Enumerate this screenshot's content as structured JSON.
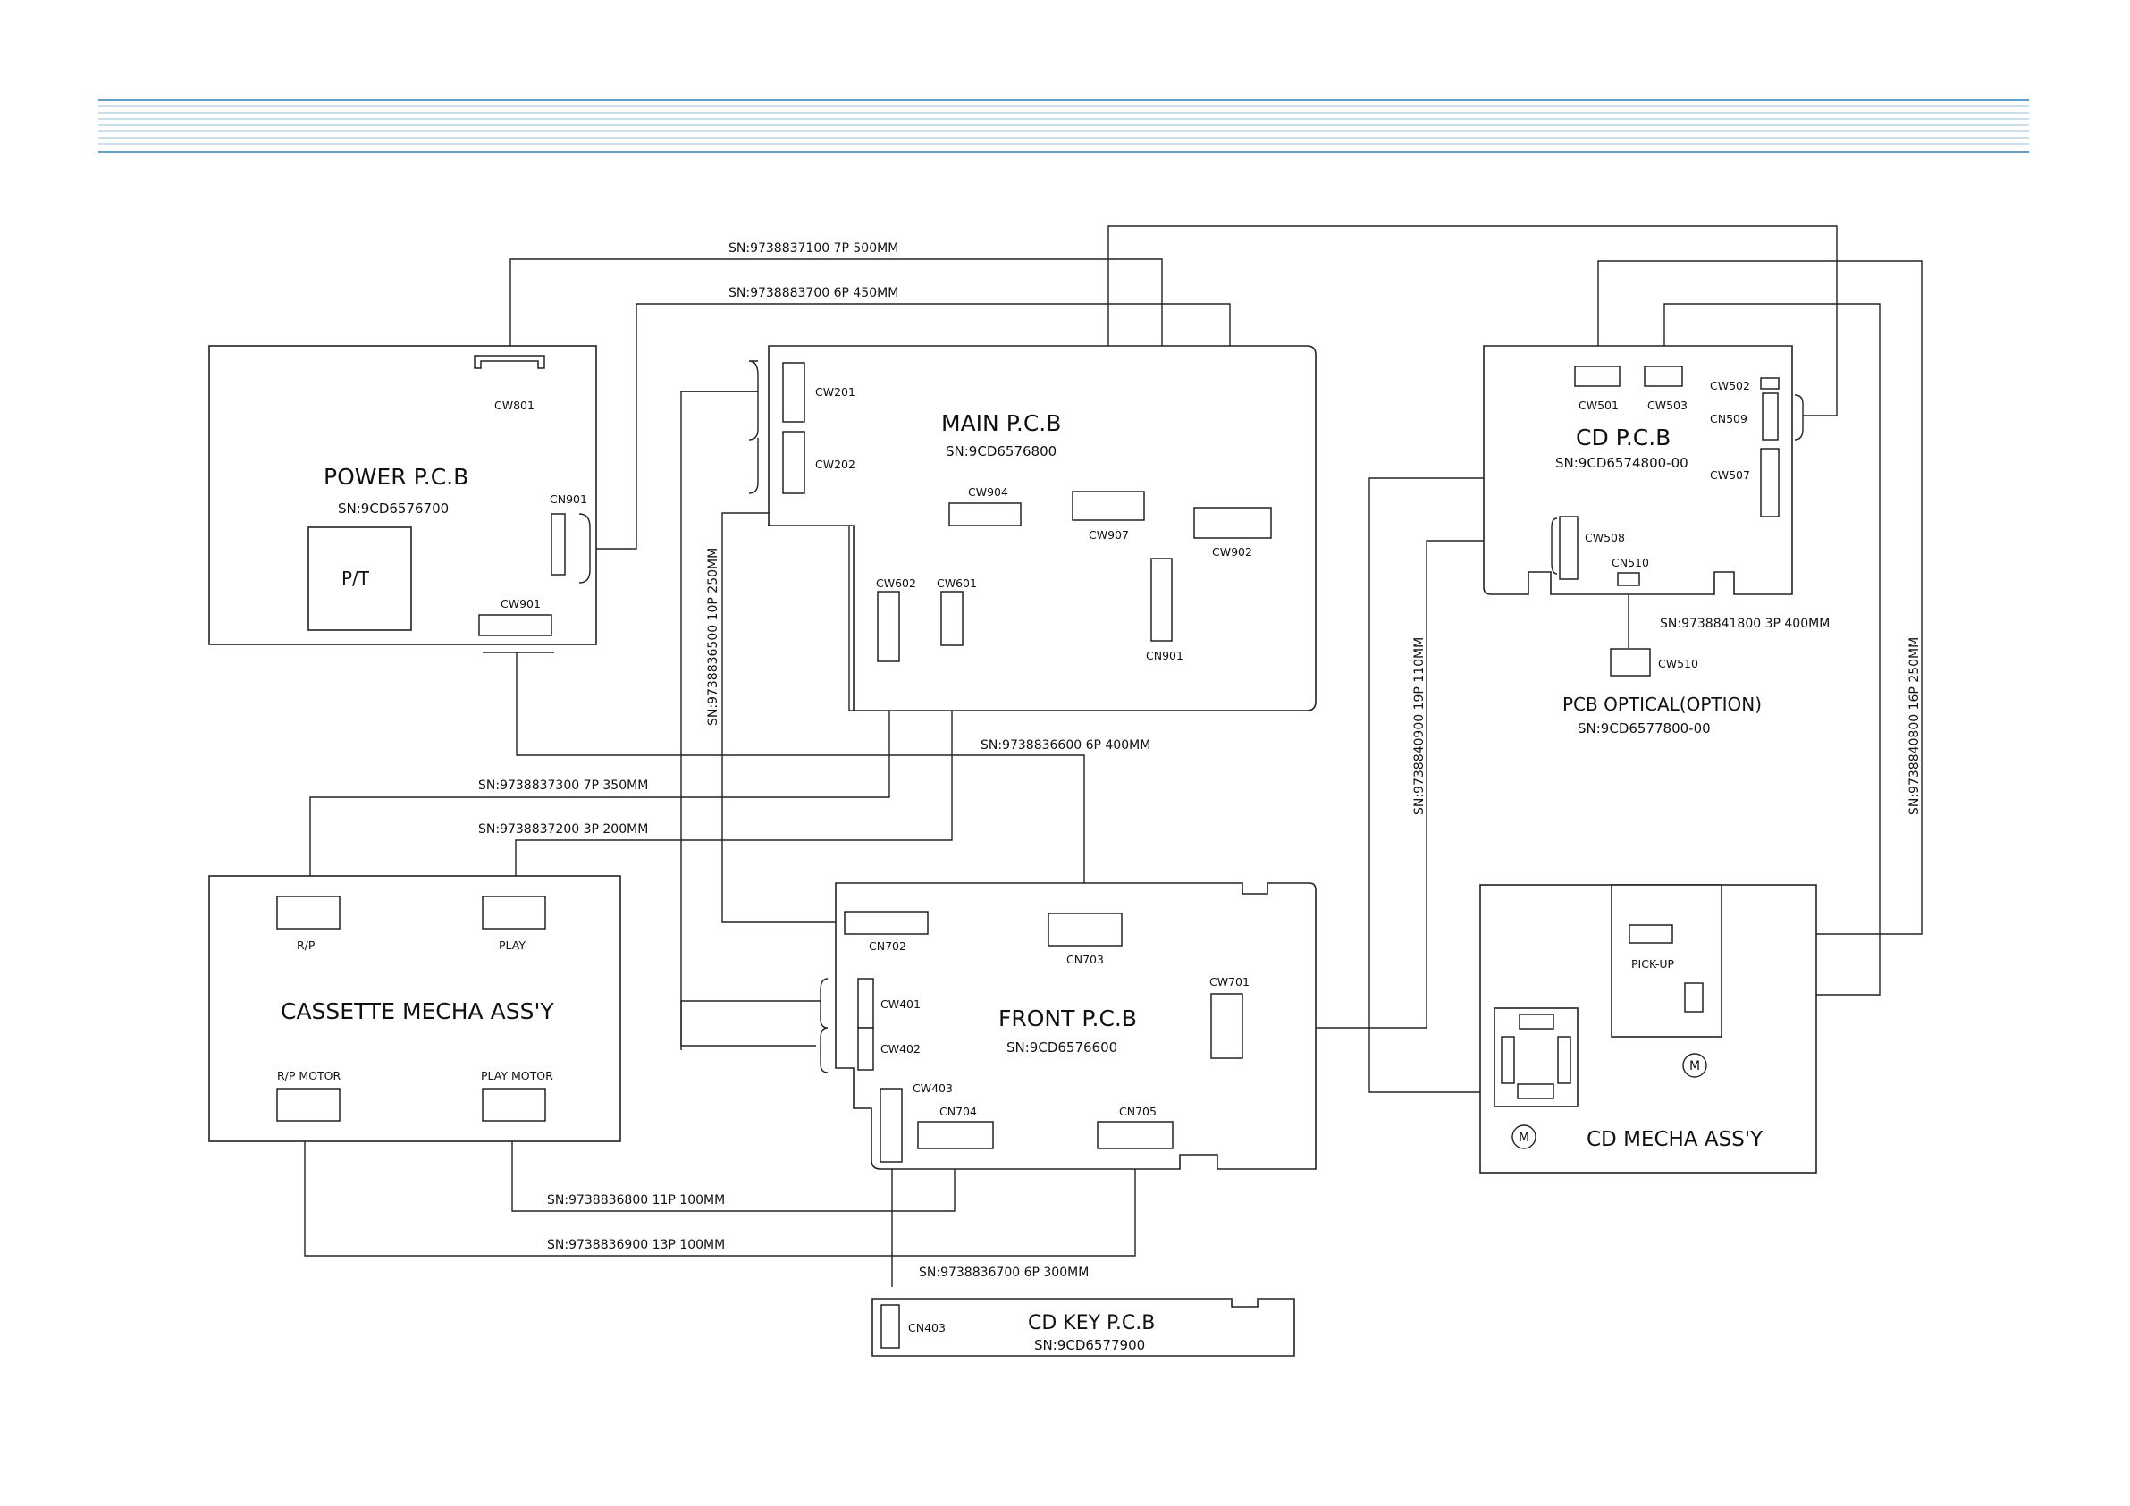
{
  "colors": {
    "header_line": "#2f7fb3",
    "header_stripe": "#b9d4e6",
    "ink": "#222222"
  },
  "boards": {
    "power": {
      "title": "POWER P.C.B",
      "sn": "SN:9CD6576700",
      "pt": "P/T"
    },
    "main": {
      "title": "MAIN P.C.B",
      "sn": "SN:9CD6576800"
    },
    "cd": {
      "title": "CD P.C.B",
      "sn": "SN:9CD6574800-00"
    },
    "optical": {
      "title": "PCB OPTICAL(OPTION)",
      "sn": "SN:9CD6577800-00"
    },
    "cassette": {
      "title": "CASSETTE MECHA ASS'Y"
    },
    "front": {
      "title": "FRONT P.C.B",
      "sn": "SN:9CD6576600"
    },
    "cdmecha": {
      "title": "CD MECHA ASS'Y",
      "motor": "M"
    },
    "cdkey": {
      "title": "CD KEY P.C.B",
      "sn": "SN:9CD6577900"
    }
  },
  "connectors": {
    "cw801": "CW801",
    "cn901_power": "CN901",
    "cw901": "CW901",
    "cw201": "CW201",
    "cw202": "CW202",
    "cw904": "CW904",
    "cw907": "CW907",
    "cw902": "CW902",
    "cn901_main": "CN901",
    "cw602": "CW602",
    "cw601": "CW601",
    "cw501": "CW501",
    "cw503": "CW503",
    "cw502": "CW502",
    "cn509": "CN509",
    "cw507": "CW507",
    "cw508": "CW508",
    "cn510": "CN510",
    "cw510": "CW510",
    "rp": "R/P",
    "play": "PLAY",
    "rp_motor": "R/P MOTOR",
    "play_motor": "PLAY MOTOR",
    "cn702": "CN702",
    "cn703": "CN703",
    "cw401": "CW401",
    "cw402": "CW402",
    "cw701": "CW701",
    "cw403": "CW403",
    "cn704": "CN704",
    "cn705": "CN705",
    "pickup": "PICK-UP",
    "cn403": "CN403"
  },
  "cables": {
    "c1": "SN:9738837100 7P 500MM",
    "c2": "SN:9738883700 6P 450MM",
    "c3": "SN:9738836500 10P 250MM",
    "c4": "SN:9738836600 6P 400MM",
    "c5": "SN:9738837300 7P 350MM",
    "c6": "SN:9738837200 3P 200MM",
    "c7": "SN:9738841800 3P 400MM",
    "c8": "SN:9738840900 19P 110MM",
    "c9": "SN:9738840800 16P 250MM",
    "c10": "SN:9738836800 11P 100MM",
    "c11": "SN:9738836900 13P 100MM",
    "c12": "SN:9738836700 6P 300MM"
  }
}
